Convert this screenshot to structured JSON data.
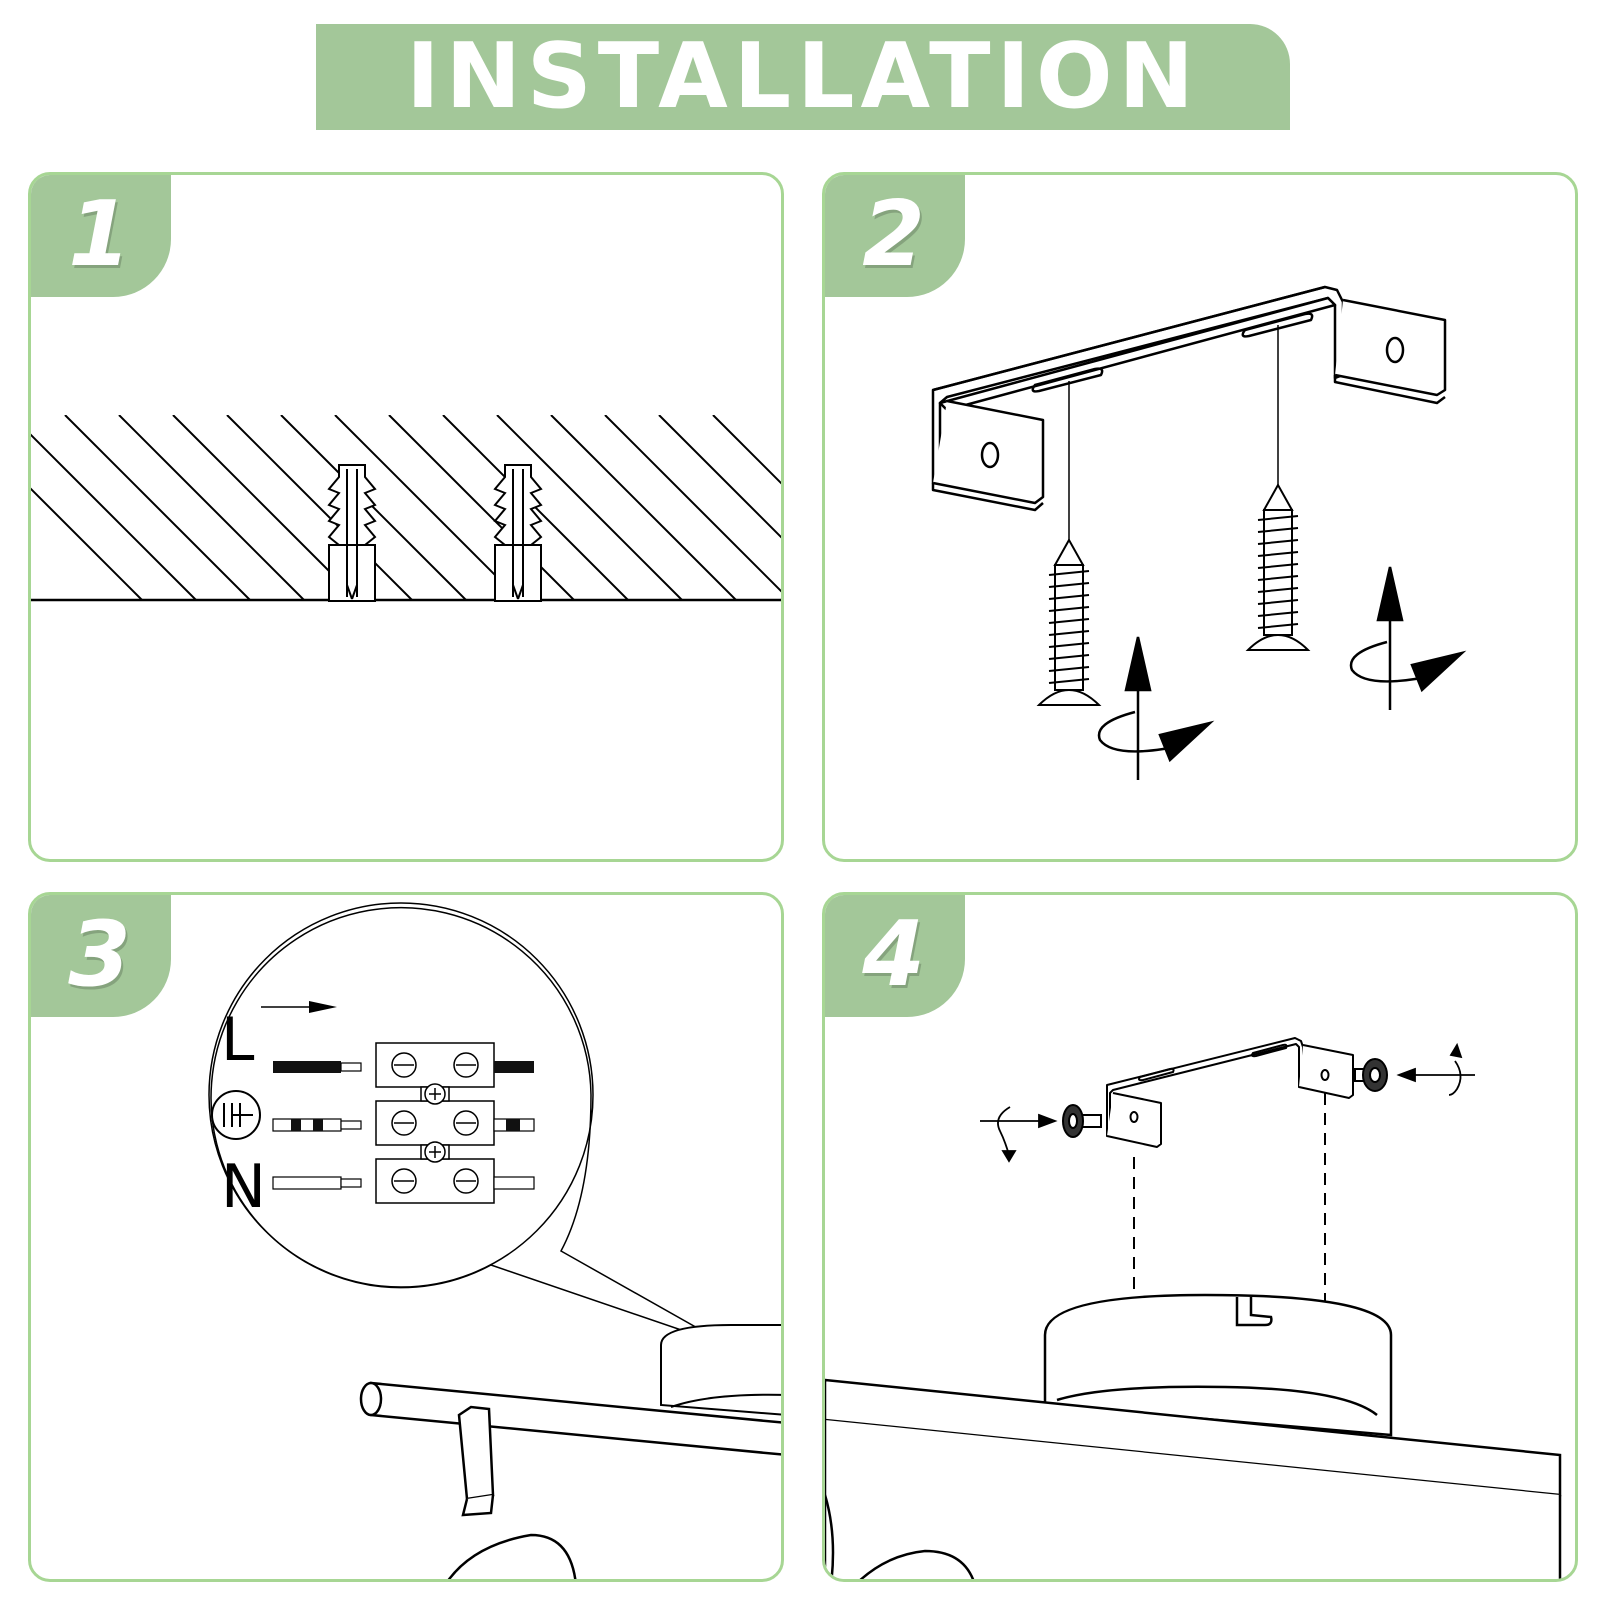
{
  "banner": {
    "title": "INSTALLATION"
  },
  "steps": [
    {
      "number": "1"
    },
    {
      "number": "2"
    },
    {
      "number": "3"
    },
    {
      "number": "4"
    }
  ],
  "wiring": {
    "live_label": "L",
    "neutral_label": "N",
    "earth_symbol": "ground-icon"
  },
  "colors": {
    "accent": "#a3c799",
    "panel_border": "#a7d694",
    "line": "#000000"
  }
}
